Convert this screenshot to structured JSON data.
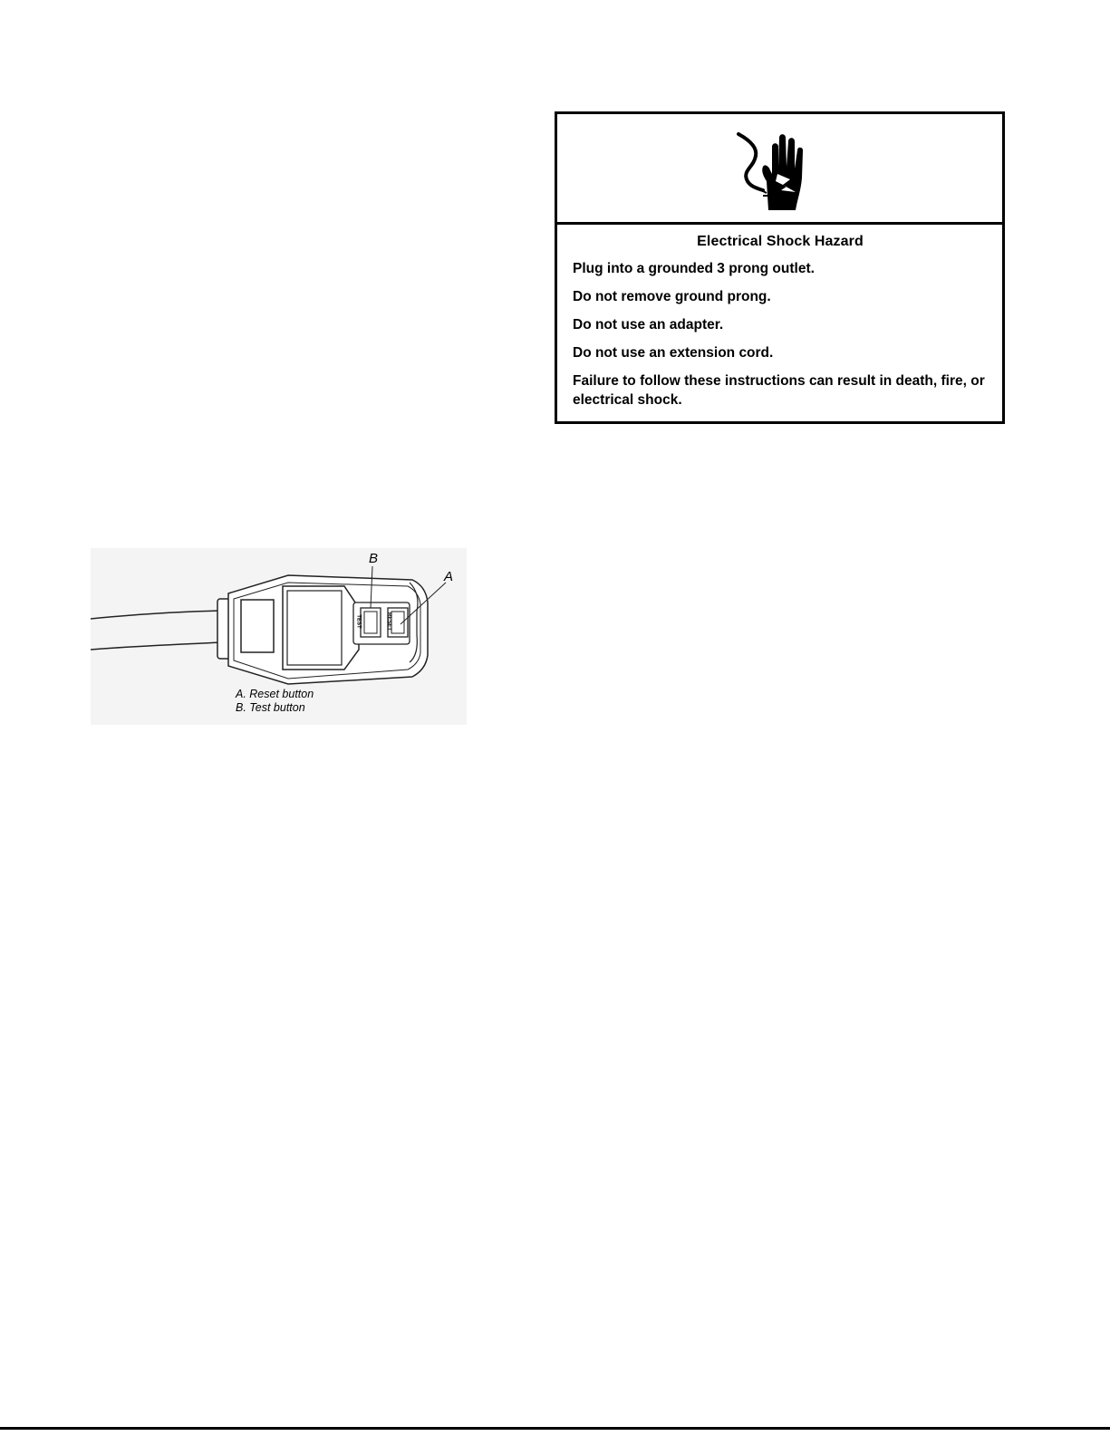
{
  "warning": {
    "heading": "Electrical Shock Hazard",
    "items": [
      "Plug into a grounded 3 prong outlet.",
      "Do not remove ground prong.",
      "Do not use an adapter.",
      "Do not use an extension cord.",
      "Failure to follow these instructions can result in death, fire, or electrical shock."
    ],
    "icon": "electrical-shock-hand-icon"
  },
  "figure": {
    "label_a": "A",
    "label_b": "B",
    "button_test_text": "TEST",
    "button_reset_text": "RESET",
    "caption": [
      "A. Reset button",
      "B. Test button"
    ]
  }
}
